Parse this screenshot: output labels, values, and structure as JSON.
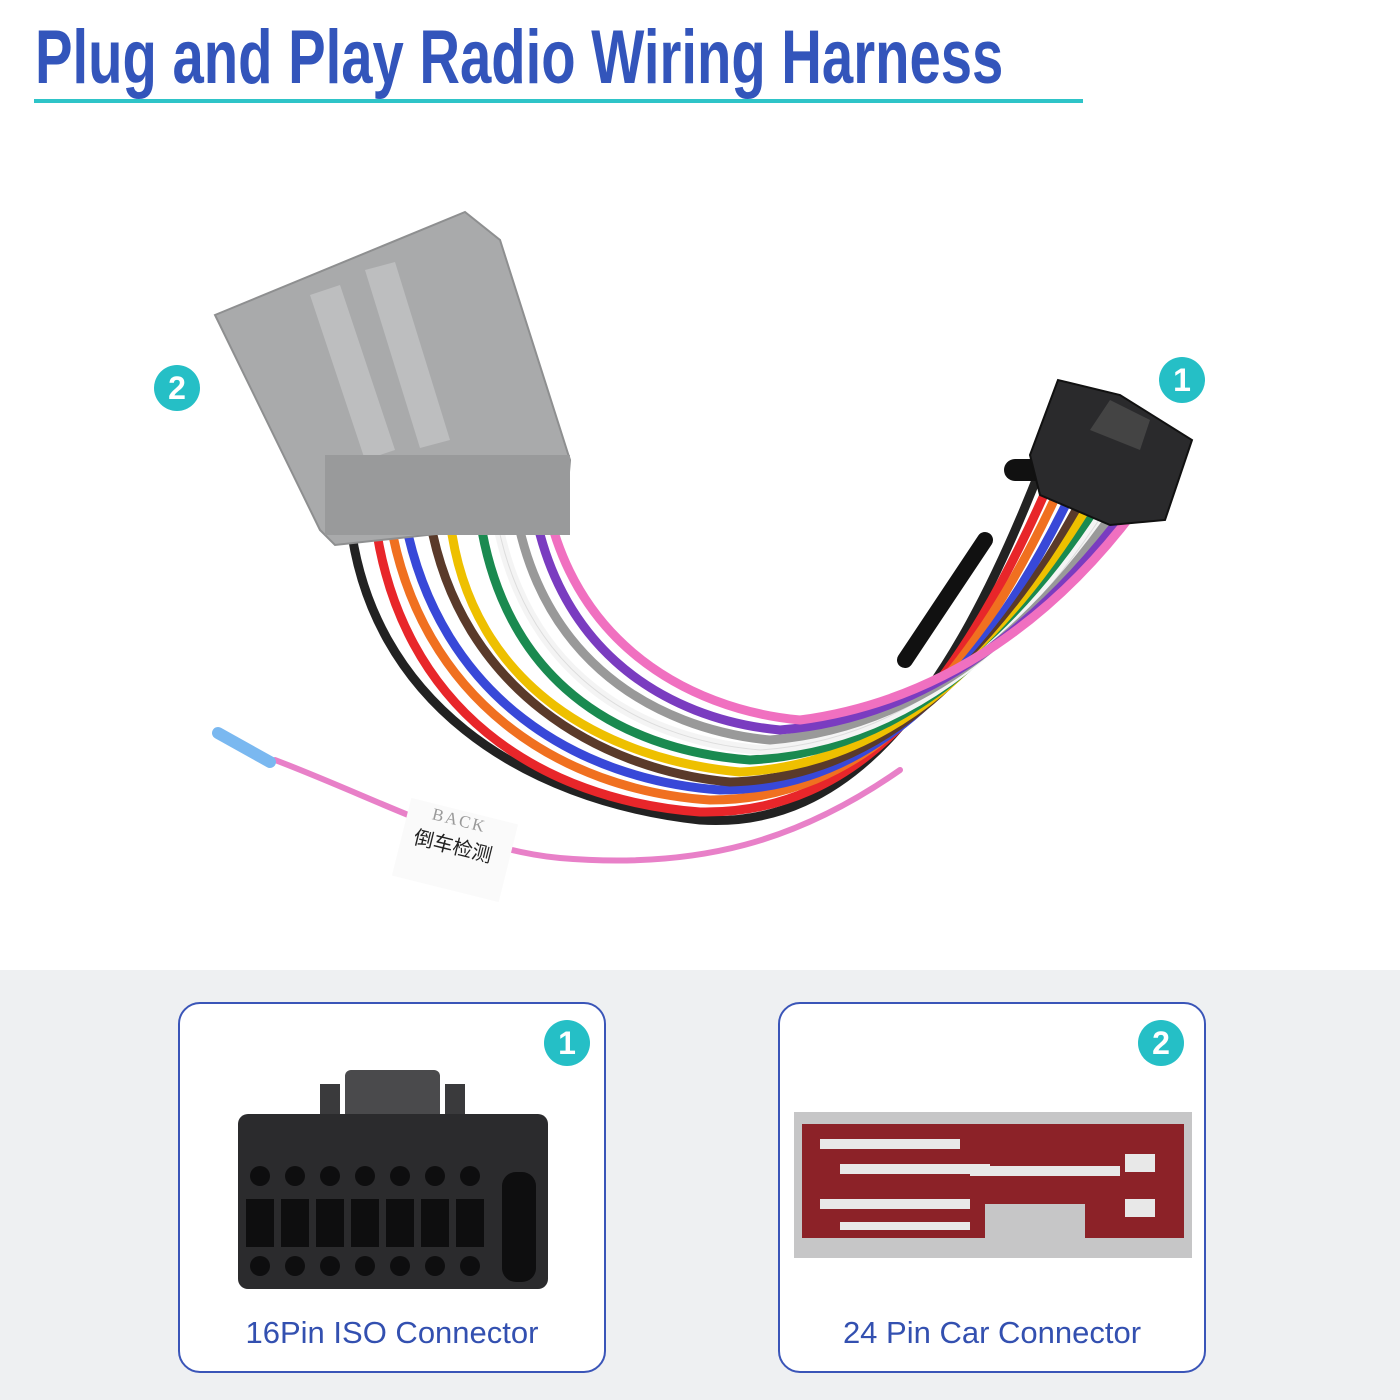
{
  "title": "Plug and Play Radio Wiring Harness",
  "colors": {
    "title": "#3355bb",
    "accent": "#2ec4c8",
    "card_border": "#3a55b8"
  },
  "hero": {
    "badge_iso": "1",
    "badge_car": "2",
    "wire_tag_en": "BACK",
    "wire_tag_cn": "倒车检测"
  },
  "cards": [
    {
      "badge": "1",
      "caption": "16Pin ISO Connector"
    },
    {
      "badge": "2",
      "caption": "24 Pin Car Connector"
    }
  ]
}
